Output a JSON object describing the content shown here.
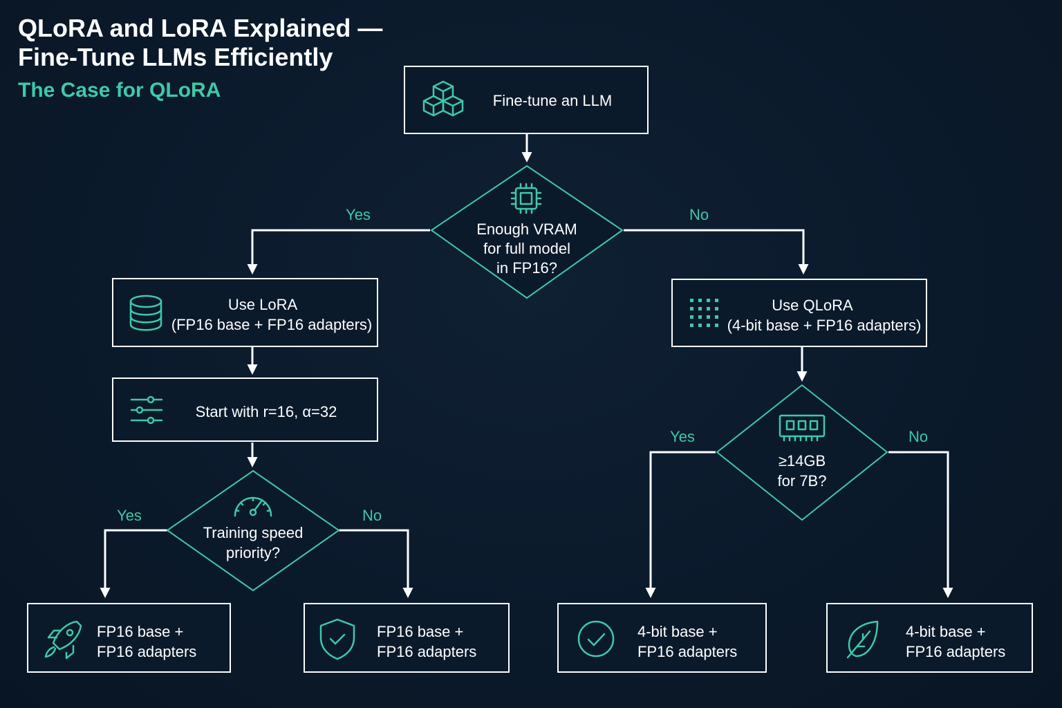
{
  "header": {
    "title_line1": "QLoRA and LoRA Explained —",
    "title_line2": "Fine-Tune LLMs Efficiently",
    "subtitle": "The Case for QLoRA"
  },
  "nodes": {
    "start": {
      "label": "Fine-tune an LLM",
      "icon": "cubes-icon"
    },
    "vram_decision": {
      "line1": "Enough VRAM",
      "line2": "for full model",
      "line3": "in FP16?",
      "icon": "chip-icon"
    },
    "use_lora": {
      "line1": "Use LoRA",
      "line2": "(FP16 base + FP16 adapters)",
      "icon": "database-icon"
    },
    "start_rank": {
      "label": "Start with r=16, α=32",
      "icon": "sliders-icon"
    },
    "speed_decision": {
      "line1": "Training speed",
      "line2": "priority?",
      "icon": "gauge-icon"
    },
    "use_qlora": {
      "line1": "Use QLoRA",
      "line2": "(4-bit base + FP16 adapters)",
      "icon": "dot-grid-icon"
    },
    "mem_decision": {
      "line1": "≥14GB",
      "line2": "for 7B?",
      "icon": "memory-icon"
    },
    "result_speed": {
      "line1": "FP16 base +",
      "line2": "FP16 adapters",
      "icon": "rocket-icon"
    },
    "result_safe": {
      "line1": "FP16 base +",
      "line2": "FP16 adapters",
      "icon": "shield-check-icon"
    },
    "result_4bit_yes": {
      "line1": "4-bit base +",
      "line2": "FP16 adapters",
      "icon": "check-circle-icon"
    },
    "result_4bit_no": {
      "line1": "4-bit base +",
      "line2": "FP16 adapters",
      "icon": "leaf-icon"
    }
  },
  "branches": {
    "vram_yes": "Yes",
    "vram_no": "No",
    "speed_yes": "Yes",
    "speed_no": "No",
    "mem_yes": "Yes",
    "mem_no": "No"
  },
  "colors": {
    "background": "#0b1a2b",
    "accent": "#3fc9a8",
    "text": "#ffffff"
  }
}
